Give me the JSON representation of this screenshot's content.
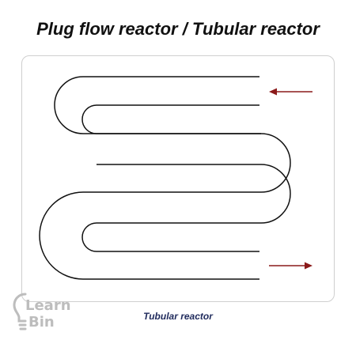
{
  "title": "Plug flow reactor / Tubular reactor",
  "caption": "Tubular reactor",
  "logo": {
    "line1": "Learn",
    "line2": "Bin"
  },
  "colors": {
    "tube": "#111111",
    "arrow": "#8b1a1a",
    "logo": "#bdbdbd",
    "caption": "#1f2a5c"
  },
  "icons": {
    "inlet_arrow": "arrow-left-icon",
    "outlet_arrow": "arrow-right-icon",
    "logo_icon": "lightbulb-icon"
  }
}
